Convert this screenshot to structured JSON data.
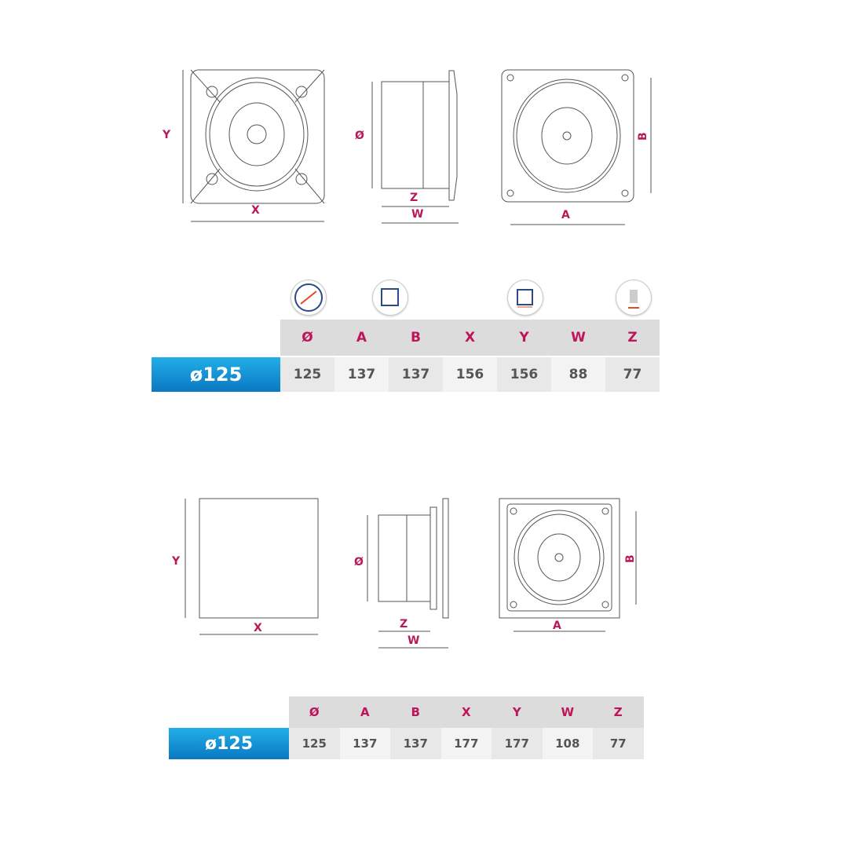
{
  "top": {
    "labels": {
      "x": "X",
      "y": "Y",
      "dia": "Ø",
      "z": "Z",
      "w": "W",
      "a": "A",
      "b": "B"
    },
    "icons": [
      "diameter-icon",
      "square-inner-icon",
      "square-outer-icon",
      "depth-icon"
    ],
    "table": {
      "name": "ø125",
      "headers": [
        "Ø",
        "A",
        "B",
        "X",
        "Y",
        "W",
        "Z"
      ],
      "values": [
        "125",
        "137",
        "137",
        "156",
        "156",
        "88",
        "77"
      ]
    }
  },
  "bottom": {
    "labels": {
      "x": "X",
      "y": "Y",
      "dia": "Ø",
      "z": "Z",
      "w": "W",
      "a": "A",
      "b": "B"
    },
    "table": {
      "name": "ø125",
      "headers": [
        "Ø",
        "A",
        "B",
        "X",
        "Y",
        "W",
        "Z"
      ],
      "values": [
        "125",
        "137",
        "137",
        "177",
        "177",
        "108",
        "77"
      ]
    }
  },
  "colors": {
    "label": "#c0145a",
    "blue": "#0a88d0",
    "header_bg": "#dcdcdc"
  }
}
